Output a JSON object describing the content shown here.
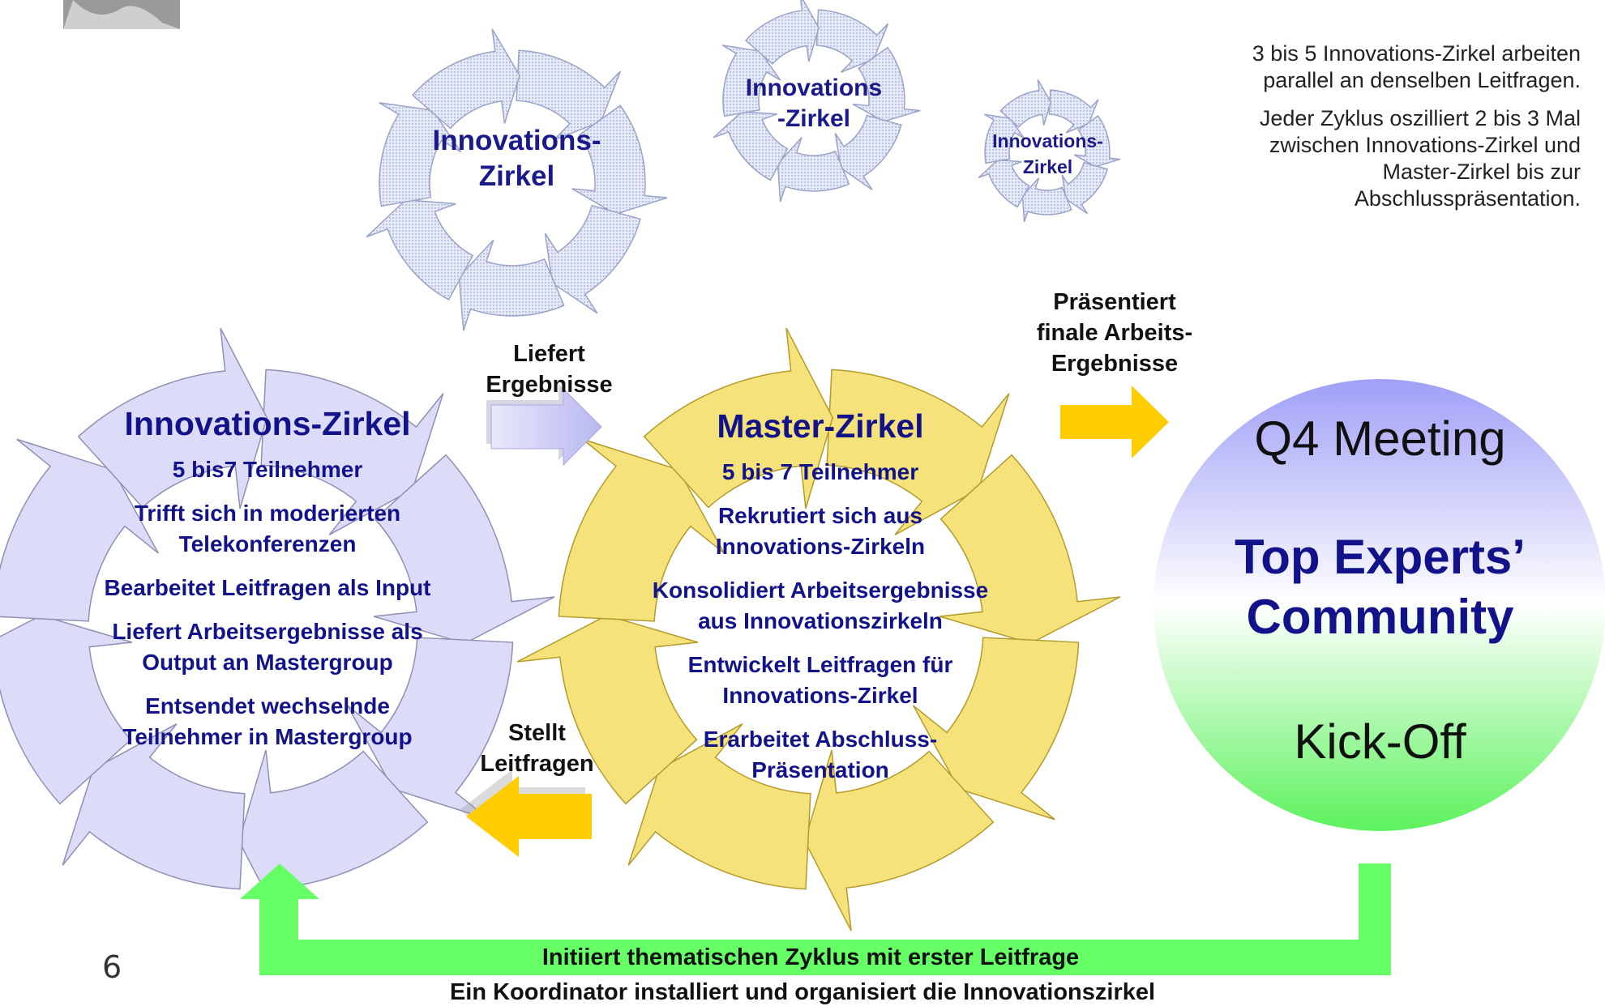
{
  "small_circles": [
    {
      "label_line1": "Innovations-",
      "label_line2": "Zirkel"
    },
    {
      "label_line1": "Innovations",
      "label_line2": "-Zirkel"
    },
    {
      "label_line1": "Innovations-",
      "label_line2": "Zirkel"
    }
  ],
  "notes": {
    "line1a": "3 bis 5 Innovations-Zirkel arbeiten",
    "line1b": "parallel an denselben Leitfragen.",
    "line2a": "Jeder Zyklus oszilliert 2 bis 3 Mal",
    "line2b": "zwischen Innovations-Zirkel und",
    "line2c": "Master-Zirkel bis zur",
    "line2d": "Abschlusspräsentation."
  },
  "innovations_zirkel": {
    "title": "Innovations-Zirkel",
    "items": [
      [
        "5 bis7 Teilnehmer"
      ],
      [
        "Trifft sich in moderierten",
        "Telekonferenzen"
      ],
      [
        "Bearbeitet Leitfragen als Input"
      ],
      [
        "Liefert Arbeitsergebnisse als",
        "Output an Mastergroup"
      ],
      [
        "Entsendet wechselnde",
        "Teilnehmer in Mastergroup"
      ]
    ]
  },
  "master_zirkel": {
    "title": "Master-Zirkel",
    "items": [
      [
        "5 bis 7 Teilnehmer"
      ],
      [
        "Rekrutiert sich aus",
        "Innovations-Zirkeln"
      ],
      [
        "Konsolidiert Arbeitsergebnisse",
        "aus Innovationszirkeln"
      ],
      [
        "Entwickelt Leitfragen für",
        "Innovations-Zirkel"
      ],
      [
        "Erarbeitet Abschluss-",
        "Präsentation"
      ]
    ]
  },
  "arrows": {
    "liefert_line1": "Liefert",
    "liefert_line2": "Ergebnisse",
    "stellt_line1": "Stellt",
    "stellt_line2": "Leitfragen",
    "praesentiert_line1": "Präsentiert",
    "praesentiert_line2": "finale Arbeits-",
    "praesentiert_line3": "Ergebnisse"
  },
  "community": {
    "top": "Q4 Meeting",
    "middle_line1": "Top Experts’",
    "middle_line2": "Community",
    "bottom": "Kick-Off"
  },
  "feedback_loop": {
    "label": "Initiiert thematischen Zyklus mit erster Leitfrage"
  },
  "footer": {
    "caption": "Ein Koordinator installiert und organisiert die Innovationszirkel",
    "page_number": "6"
  },
  "colors": {
    "innovation_fill": "#dcdcf8",
    "master_fill": "#f5e27a",
    "navy_text": "#12128a",
    "green_arrow": "#66ff66",
    "gold_arrow": "#ffcc00",
    "lavender_arrow": "#b8b8f0"
  }
}
